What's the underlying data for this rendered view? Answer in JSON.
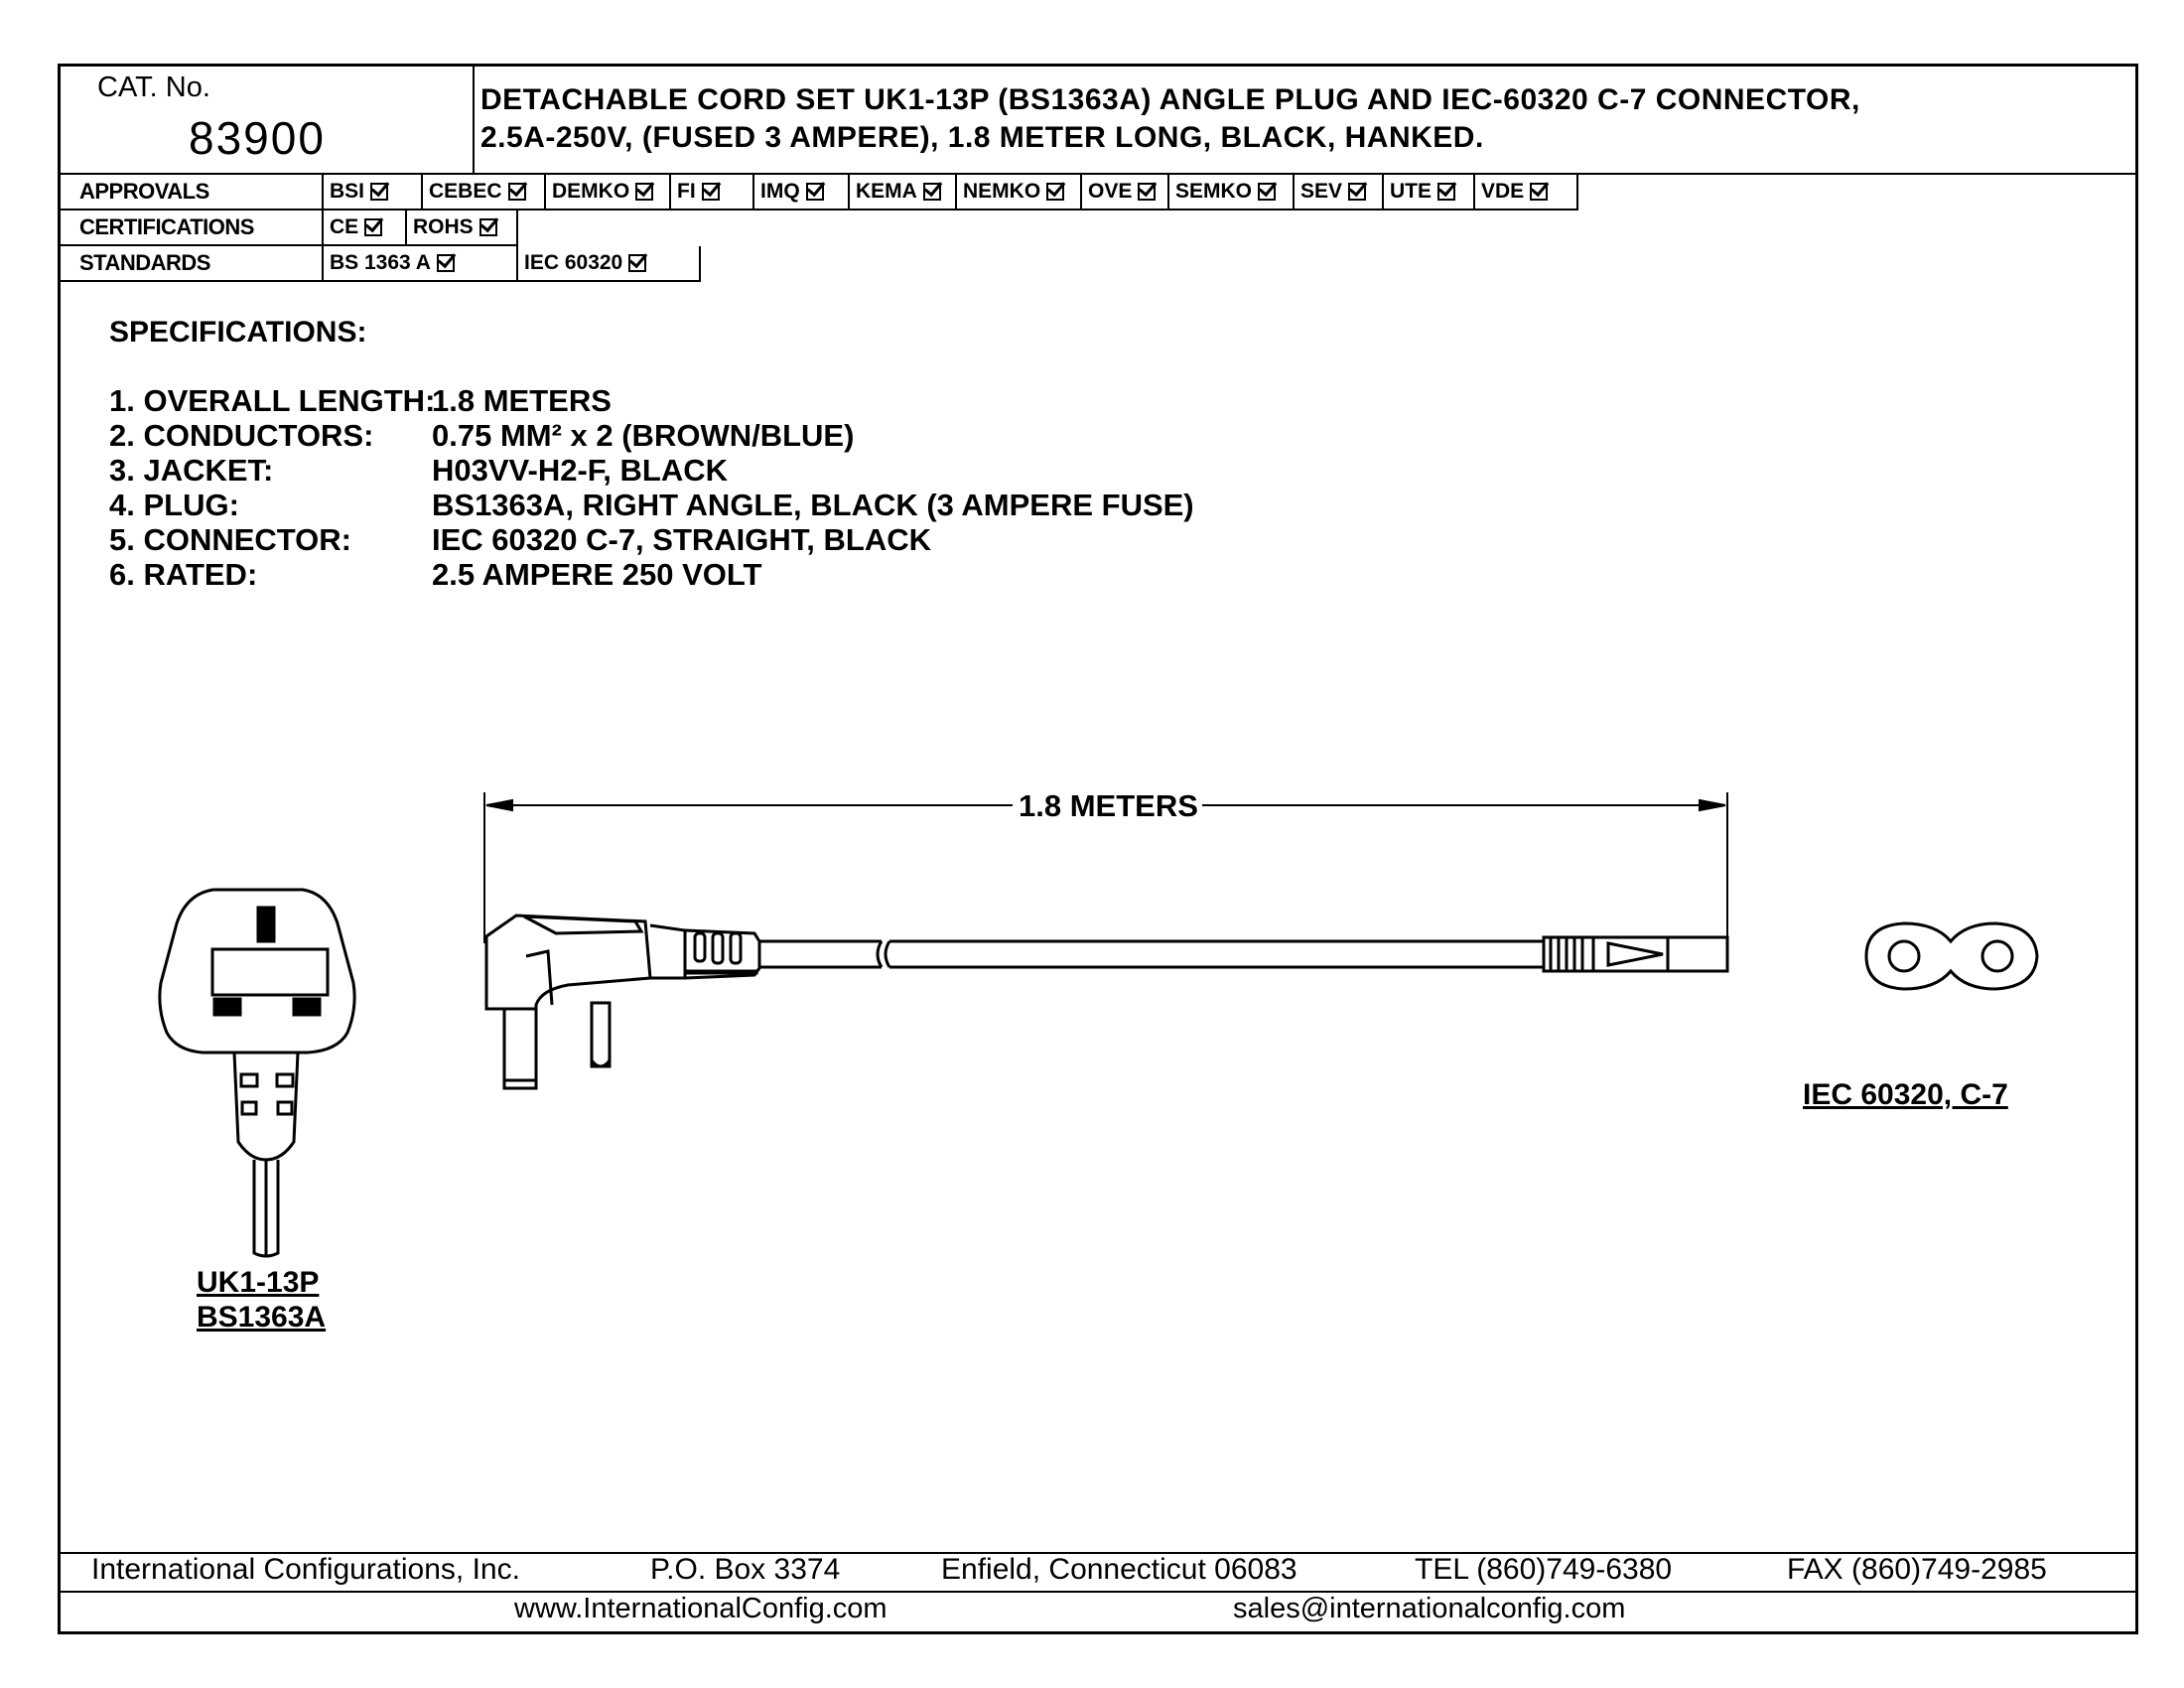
{
  "header": {
    "cat_label": "CAT. No.",
    "cat_number": "83900",
    "title_line1": "DETACHABLE CORD SET UK1-13P (BS1363A) ANGLE PLUG AND IEC-60320 C-7 CONNECTOR,",
    "title_line2": "2.5A-250V, (FUSED 3 AMPERE), 1.8 METER LONG, BLACK, HANKED."
  },
  "rows": {
    "approvals": {
      "label": "APPROVALS",
      "items": [
        "BSI",
        "CEBEC",
        "DEMKO",
        "FI",
        "IMQ",
        "KEMA",
        "NEMKO",
        "OVE",
        "SEMKO",
        "SEV",
        "UTE",
        "VDE"
      ]
    },
    "certifications": {
      "label": "CERTIFICATIONS",
      "items": [
        "CE",
        "ROHS"
      ]
    },
    "standards": {
      "label": "STANDARDS",
      "items": [
        "BS 1363 A",
        "IEC 60320"
      ]
    }
  },
  "specifications": {
    "heading": "SPECIFICATIONS:",
    "items": [
      {
        "label": "1. OVERALL LENGTH:",
        "value": "1.8 METERS"
      },
      {
        "label": "2. CONDUCTORS:",
        "value": "0.75 MM² x 2 (BROWN/BLUE)"
      },
      {
        "label": "3. JACKET:",
        "value": "H03VV-H2-F, BLACK"
      },
      {
        "label": "4. PLUG:",
        "value": "BS1363A, RIGHT ANGLE, BLACK (3 AMPERE FUSE)"
      },
      {
        "label": "5. CONNECTOR:",
        "value": "IEC 60320 C-7, STRAIGHT, BLACK"
      },
      {
        "label": "6. RATED:",
        "value": "2.5 AMPERE 250 VOLT"
      }
    ]
  },
  "drawing": {
    "dimension_label": "1.8 METERS",
    "plug_caption_1": "UK1-13P",
    "plug_caption_2": "BS1363A",
    "connector_caption": "IEC 60320, C-7"
  },
  "footer": {
    "company": "International Configurations, Inc.",
    "po_box": "P.O. Box 3374",
    "city": "Enfield, Connecticut 06083",
    "tel": "TEL (860)749-6380",
    "fax": "FAX (860)749-2985",
    "website": "www.InternationalConfig.com",
    "email": "sales@internationalconfig.com"
  }
}
